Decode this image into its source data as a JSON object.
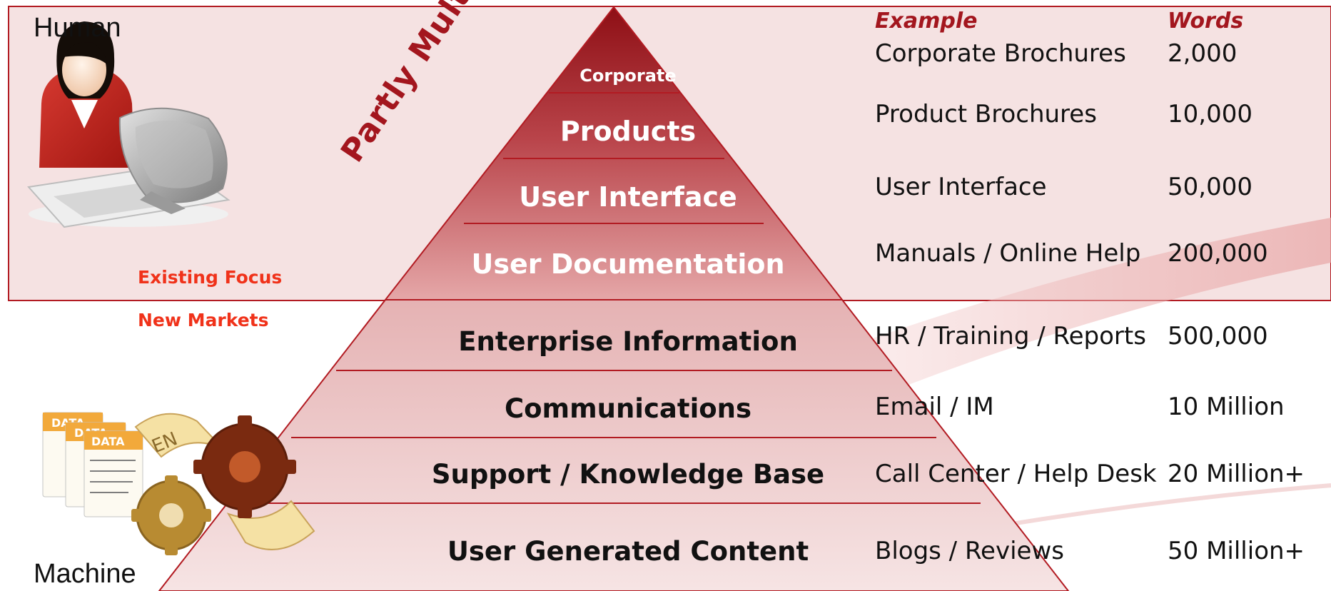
{
  "colors": {
    "accent": "#f0321a",
    "header": "#a3161e",
    "panel": "#f5e2e2",
    "panel_border": "#b21b22"
  },
  "labels": {
    "human": "Human",
    "machine": "Machine",
    "existing_focus": "Existing Focus",
    "new_markets": "New Markets",
    "diagonal": "Partly Multilingual"
  },
  "icons": {
    "human": "person-at-computer-icon",
    "machine": "data-documents-with-gears-icon"
  },
  "columns": {
    "example": "Example",
    "words": "Words"
  },
  "tiers": [
    {
      "label": "Corporate",
      "example": "Corporate Brochures",
      "words": "2,000"
    },
    {
      "label": "Products",
      "example": "Product Brochures",
      "words": "10,000"
    },
    {
      "label": "User Interface",
      "example": "User Interface",
      "words": "50,000"
    },
    {
      "label": "User Documentation",
      "example": "Manuals / Online Help",
      "words": "200,000"
    },
    {
      "label": "Enterprise Information",
      "example": "HR / Training / Reports",
      "words": "500,000"
    },
    {
      "label": "Communications",
      "example": "Email / IM",
      "words": "10 Million"
    },
    {
      "label": "Support / Knowledge Base",
      "example": "Call Center / Help Desk",
      "words": "20 Million+"
    },
    {
      "label": "User Generated Content",
      "example": "Blogs / Reviews",
      "words": "50 Million+"
    }
  ]
}
